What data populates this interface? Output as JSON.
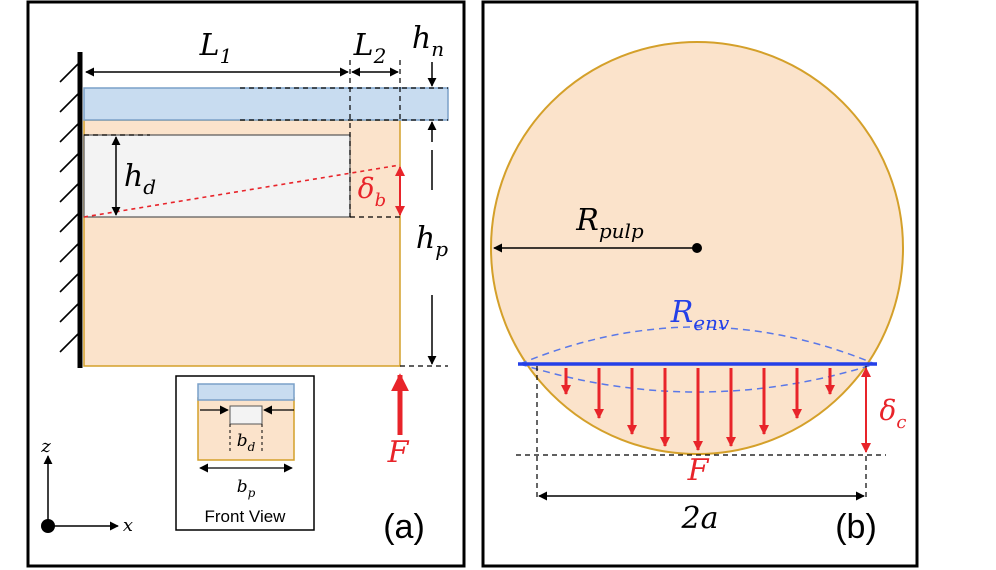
{
  "colors": {
    "panel_border": "#000000",
    "pulp_fill": "#fbe3cb",
    "pulp_stroke": "#d4a02a",
    "nail_fill": "#c8dcf0",
    "nail_stroke": "#7aa0c8",
    "void_fill": "#f3f3f3",
    "force": "#e8242a",
    "envelope": "#2440e8",
    "envelope_dashed": "#5a78e8"
  },
  "panel_a": {
    "label": "(a)",
    "L1": {
      "sym": "L",
      "sub": "1"
    },
    "L2": {
      "sym": "L",
      "sub": "2"
    },
    "hn": {
      "sym": "h",
      "sub": "n"
    },
    "hd": {
      "sym": "h",
      "sub": "d"
    },
    "hp": {
      "sym": "h",
      "sub": "p"
    },
    "delta_b": {
      "sym": "δ",
      "sub": "b"
    },
    "force": "F",
    "axis_z": "z",
    "axis_x": "x",
    "inset": {
      "bd": {
        "sym": "b",
        "sub": "d"
      },
      "bp": {
        "sym": "b",
        "sub": "p"
      },
      "caption": "Front View"
    }
  },
  "panel_b": {
    "label": "(b)",
    "R_pulp": {
      "sym": "R",
      "sub": "pulp"
    },
    "R_env": {
      "sym": "R",
      "sub": "env"
    },
    "delta_c": {
      "sym": "δ",
      "sub": "c"
    },
    "force": "F",
    "width": "2a"
  }
}
